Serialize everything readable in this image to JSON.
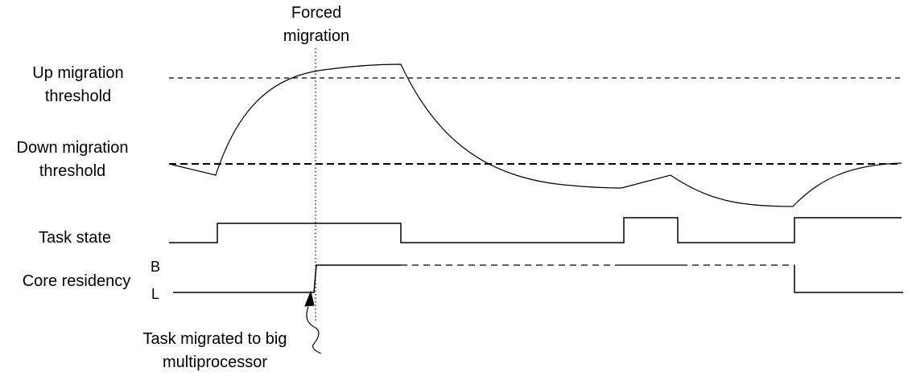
{
  "title": {
    "line1": "Forced",
    "line2": "migration"
  },
  "labels": {
    "up_threshold": {
      "line1": "Up migration",
      "line2": "threshold"
    },
    "down_threshold": {
      "line1": "Down migration",
      "line2": "threshold"
    },
    "task_state": "Task state",
    "core_residency": "Core residency",
    "big": "B",
    "little": "L"
  },
  "annotation": {
    "line1": "Task migrated to big",
    "line2": "multiprocessor"
  },
  "colors": {
    "ink": "#000000",
    "background": "#ffffff"
  }
}
